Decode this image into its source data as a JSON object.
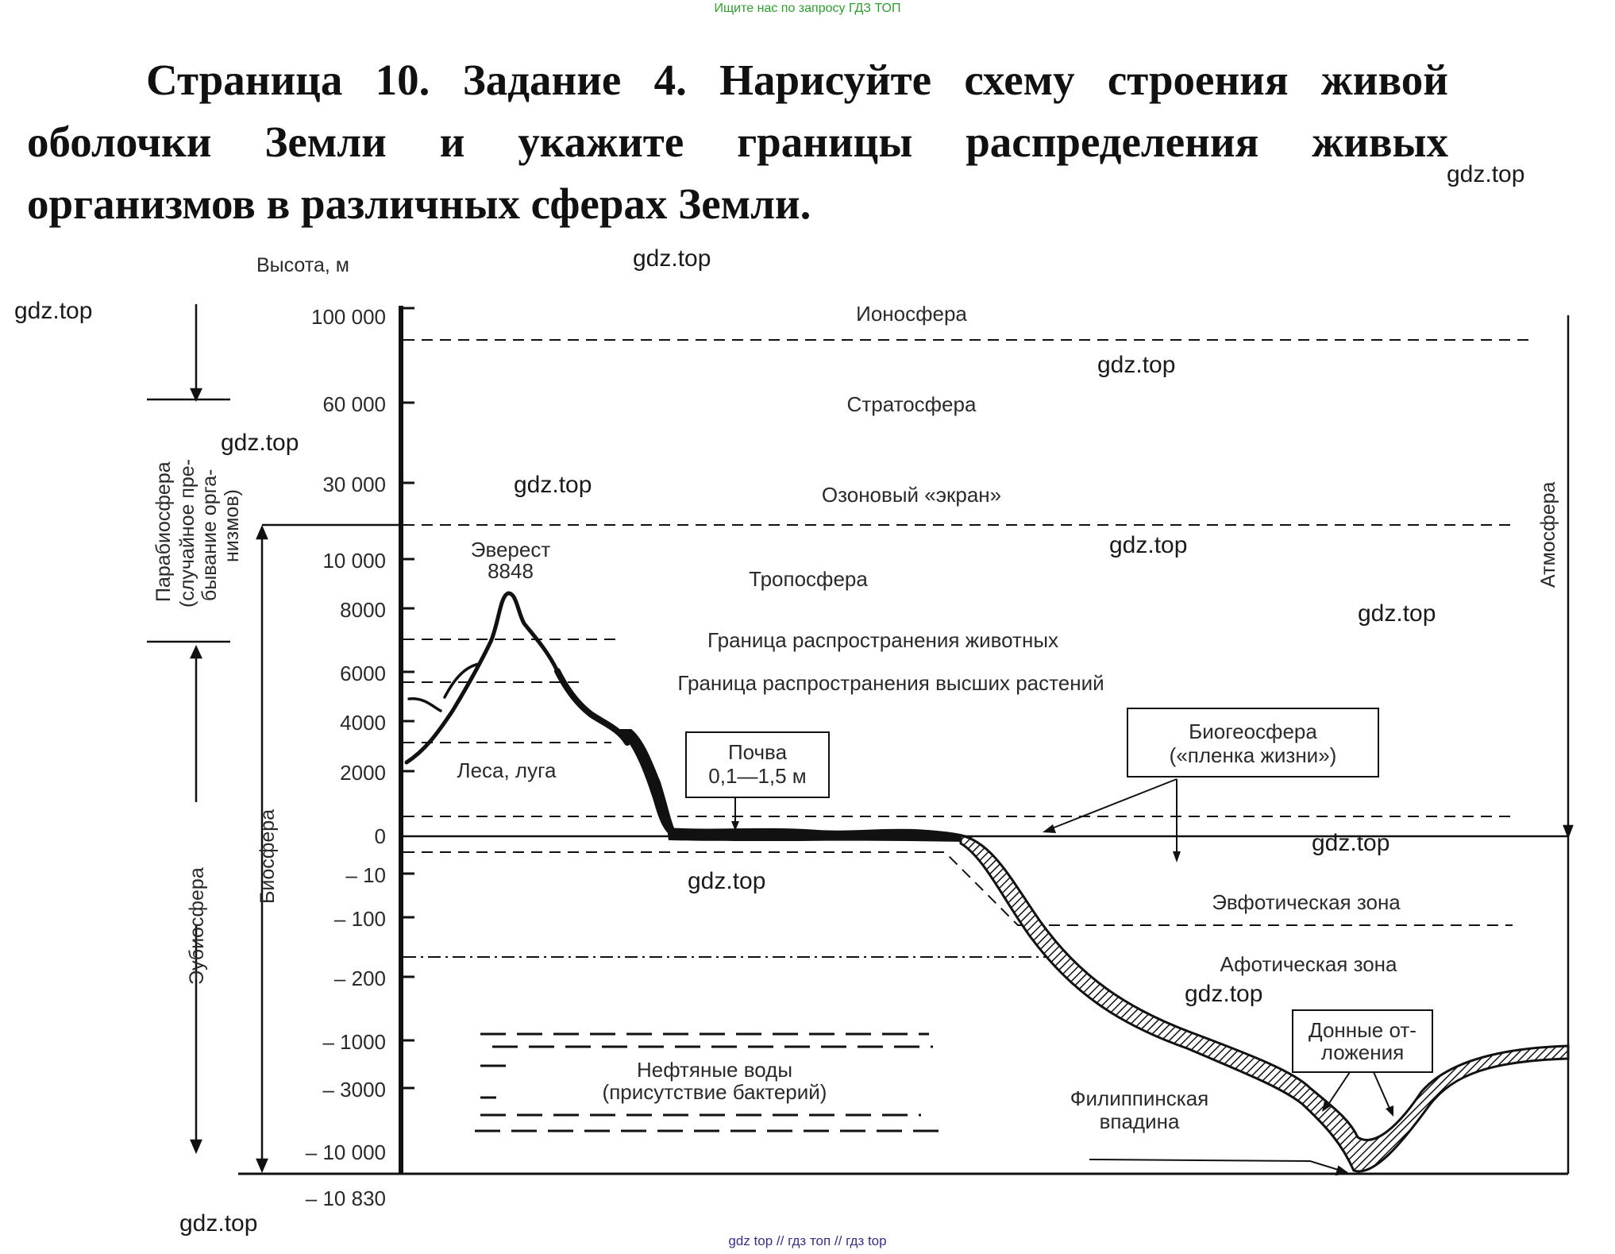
{
  "banner": "Ищите нас по запросу ГДЗ ТОП",
  "heading": {
    "line1": "Страница 10. Задание 4. Нарисуйте схему строения живой",
    "line2": "оболочки Земли и укажите границы распределения живых",
    "line3": "организмов в различных сферах Земли."
  },
  "watermark": "gdz.top",
  "footer": "gdz top // гдз топ // гдз top",
  "diagram": {
    "axis_title": "Высота, м",
    "ticks": [
      "100 000",
      "60 000",
      "30 000",
      "10 000",
      "8000",
      "6000",
      "4000",
      "2000",
      "0",
      "– 10",
      "– 100",
      "– 200",
      "– 1000",
      "– 3000",
      "– 10 000",
      "– 10 830"
    ],
    "layers": {
      "ionosphere": "Ионосфера",
      "stratosphere": "Стратосфера",
      "ozone": "Озоновый «экран»",
      "troposphere": "Тропосфера",
      "animals_limit": "Граница распространения животных",
      "plants_limit": "Граница распространения высших растений",
      "euphotic": "Эвфотическая зона",
      "aphotic": "Афотическая зона"
    },
    "everest_name": "Эверест",
    "everest_height": "8848",
    "forests": "Леса, луга",
    "soil_box": {
      "line1": "Почва",
      "line2": "0,1—1,5 м"
    },
    "biogeo_box": {
      "line1": "Биогеосфера",
      "line2": "(«пленка жизни»)"
    },
    "oil": {
      "line1": "Нефтяные воды",
      "line2": "(присутствие бактерий)"
    },
    "trench": {
      "line1": "Филиппинская",
      "line2": "впадина"
    },
    "sediments_box": {
      "line1": "Донные от-",
      "line2": "ложения"
    },
    "side_labels": {
      "parabio1": "Парабиосфера",
      "parabio2": "(случайное пре-",
      "parabio3": "бывание орга-",
      "parabio4": "низмов)",
      "eubio": "Эубиосфера",
      "bio": "Биосфера",
      "atmo": "Атмосфера"
    }
  }
}
